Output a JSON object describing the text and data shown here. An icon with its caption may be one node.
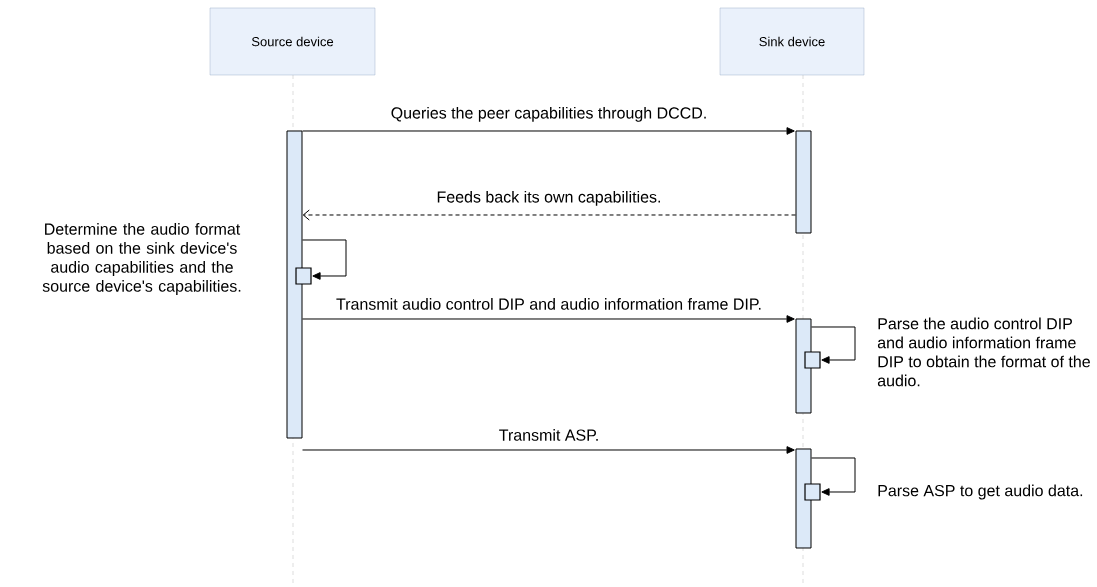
{
  "diagram": {
    "nodes": [
      {
        "text": [
          "Source device"
        ]
      },
      {
        "text": [
          "Sink device"
        ]
      },
      {
        "text": [],
        "shape": "bar"
      },
      {
        "text": [],
        "shape": "bar"
      },
      {
        "text": [],
        "shape": "box"
      },
      {
        "text": [],
        "shape": "bar"
      },
      {
        "text": [],
        "shape": "box"
      },
      {
        "text": [],
        "shape": "bar"
      },
      {
        "text": [],
        "shape": "box"
      }
    ],
    "edges": [
      {
        "from": 2,
        "to": 3,
        "arrow": "to",
        "label": "Queries the peer capabilities through DCCD."
      },
      {
        "from": 3,
        "to": 2,
        "arrow": "to",
        "label": "Feeds back its own capabilities.",
        "style": "dashed"
      },
      {
        "from": 2,
        "to": 4,
        "arrow": "to"
      },
      {
        "from": 2,
        "to": 5,
        "arrow": "to",
        "label": "Transmit audio control DIP and audio information frame DIP."
      },
      {
        "from": 5,
        "to": 6,
        "arrow": "to"
      },
      {
        "from": 2,
        "to": 7,
        "arrow": "to",
        "label": "Transmit ASP."
      },
      {
        "from": 7,
        "to": 8,
        "arrow": "to"
      }
    ],
    "labels": [
      "Determine the audio format based on the sink device's audio capabilities and the source device's capabilities.",
      "Parse the audio control DIP and audio information frame DIP to obtain the format of the audio.",
      "Parse ASP to get audio data."
    ]
  }
}
